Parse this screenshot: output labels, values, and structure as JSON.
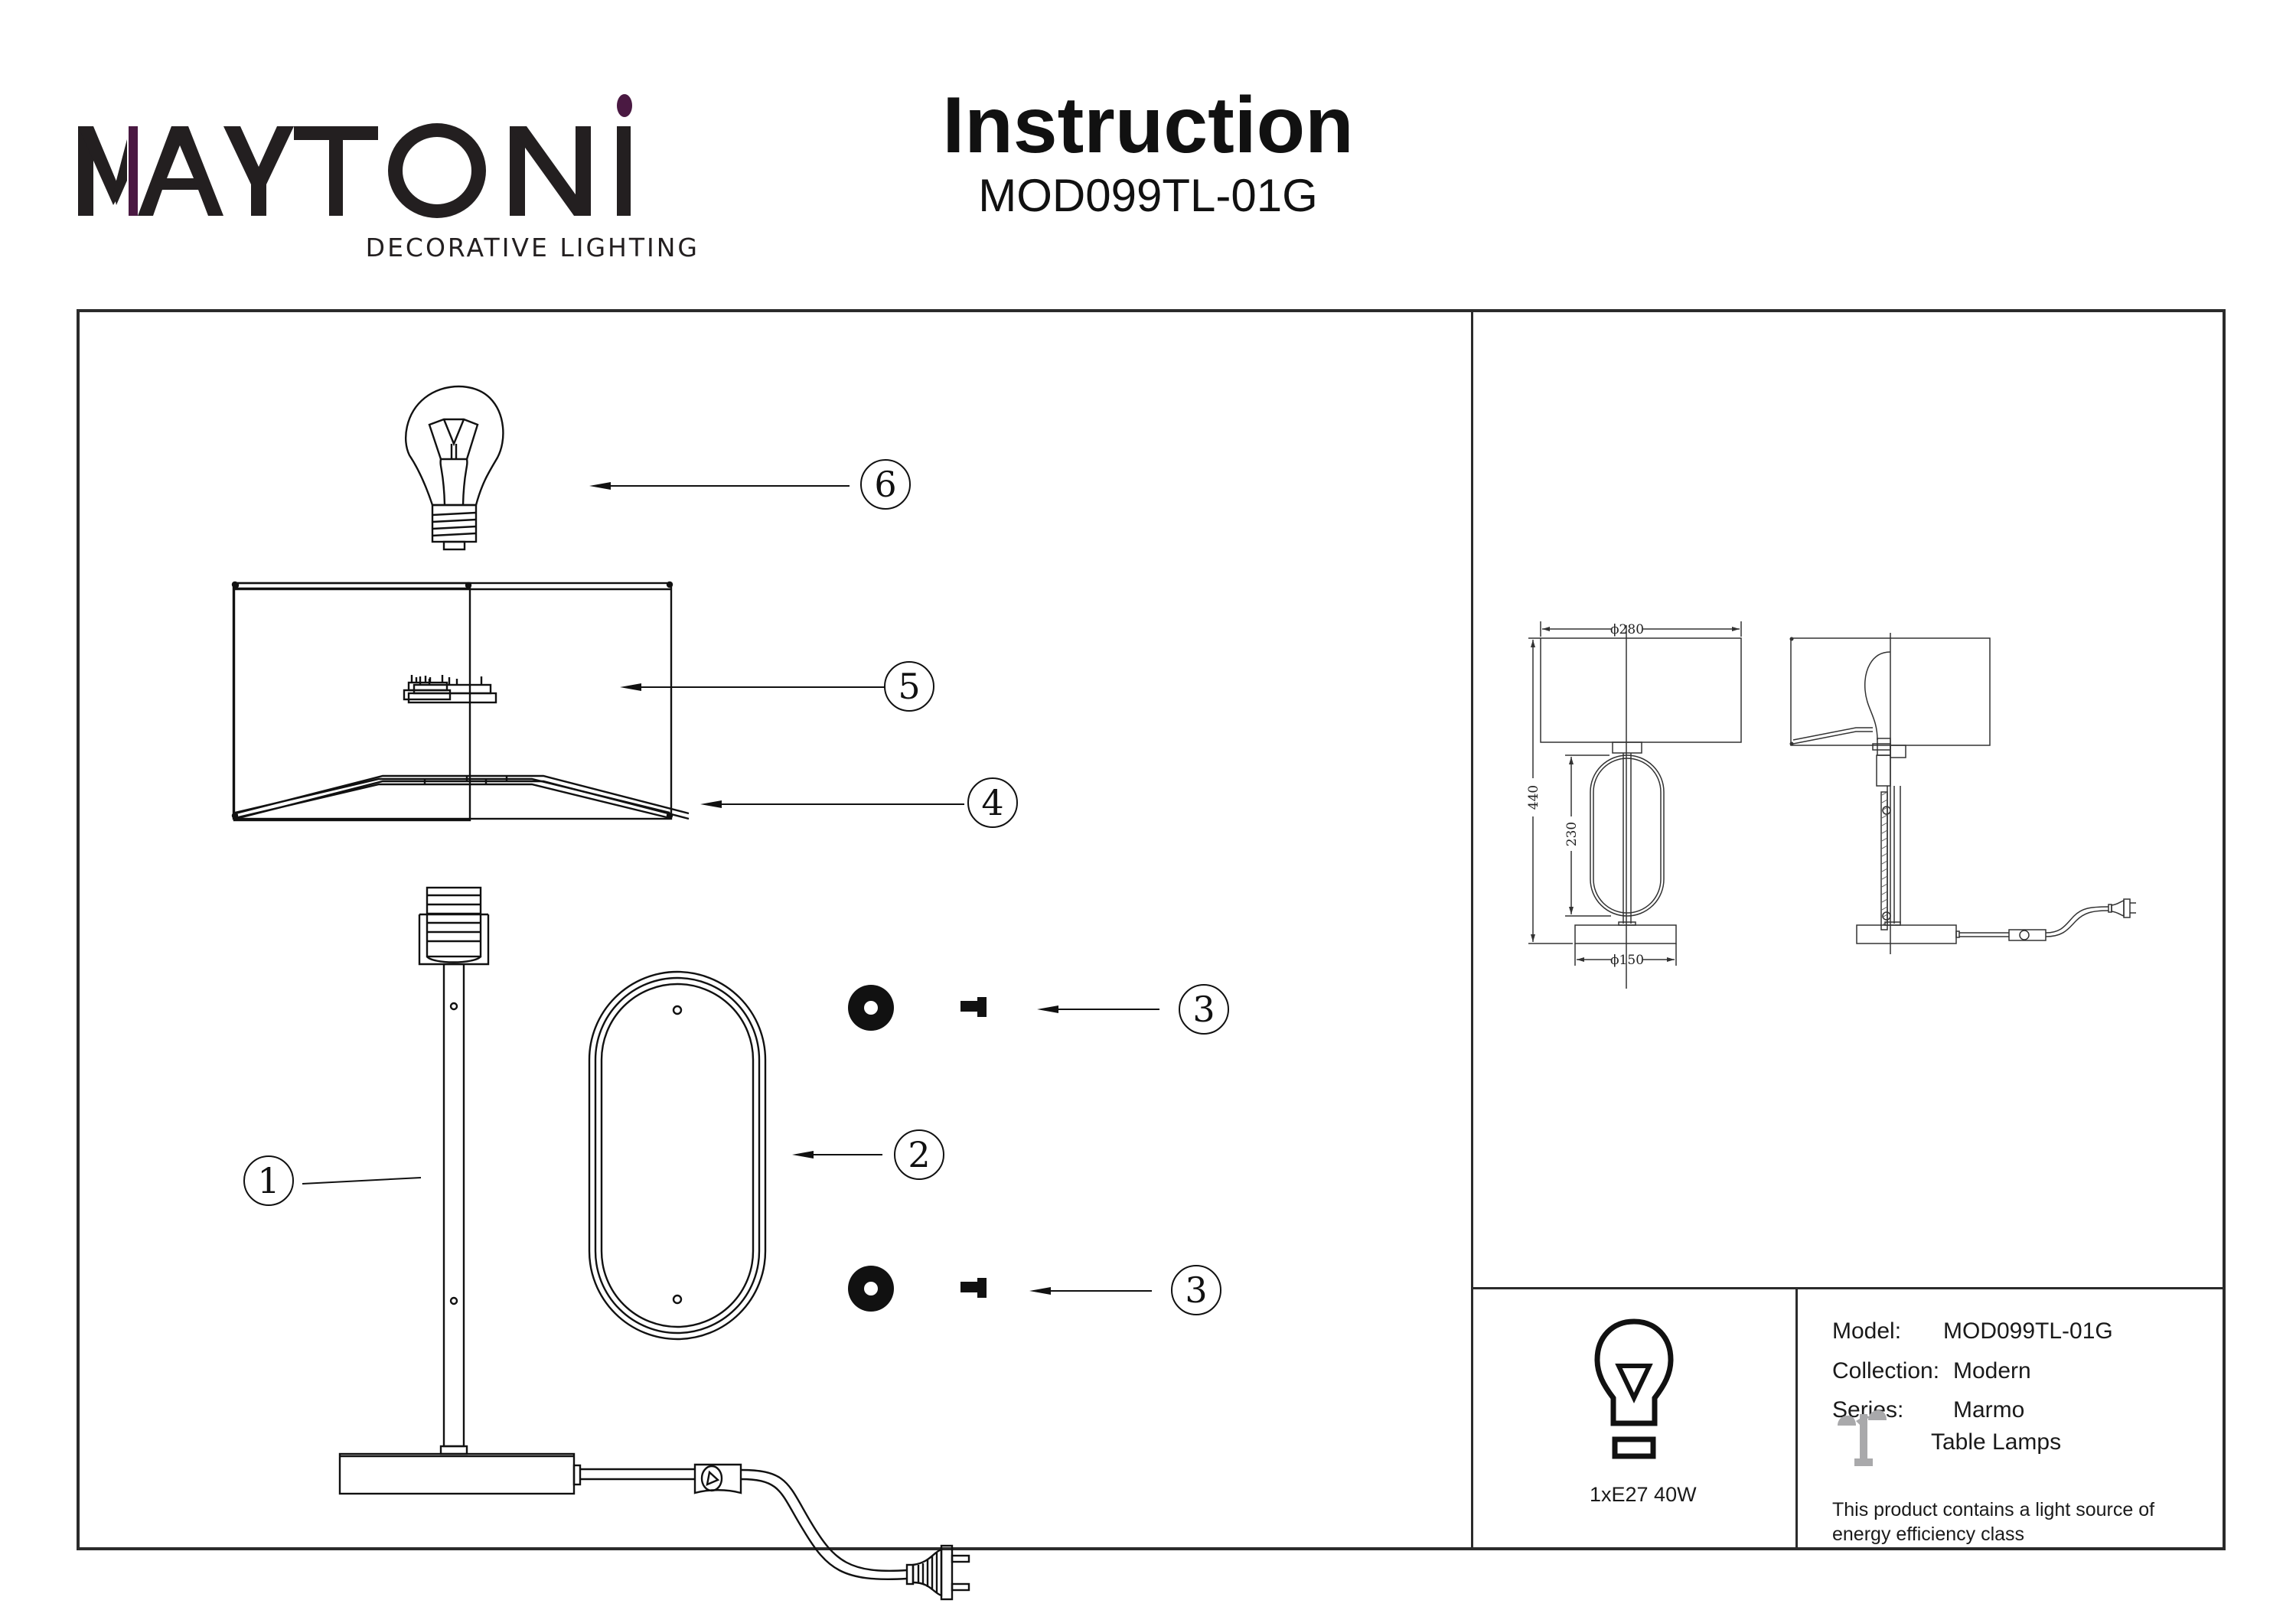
{
  "brand": {
    "logo_text": "MAYTONI",
    "tagline": "DECORATIVE LIGHTING",
    "accent_color": "#4a1942",
    "ink_color": "#231f20"
  },
  "header": {
    "title": "Instruction",
    "model_code": "MOD099TL-01G"
  },
  "assembly": {
    "callouts": [
      {
        "number": "1",
        "part": "lamp-body-stem"
      },
      {
        "number": "2",
        "part": "oval-frame"
      },
      {
        "number": "3",
        "part": "washer-and-screw-top"
      },
      {
        "number": "3",
        "part": "washer-and-screw-bottom"
      },
      {
        "number": "4",
        "part": "shade-spider-ring"
      },
      {
        "number": "5",
        "part": "lamp-shade"
      },
      {
        "number": "6",
        "part": "light-bulb"
      }
    ]
  },
  "dimensions": {
    "shade_diameter": "ϕ280",
    "base_diameter": "ϕ150",
    "total_height": "440",
    "frame_height": "230",
    "units": "mm"
  },
  "bulb_spec": {
    "icon": "light-bulb-icon",
    "text": "1xE27 40W"
  },
  "specs": {
    "model_label": "Model:",
    "model_value": "MOD099TL-01G",
    "collection_label": "Collection:",
    "collection_value": "Modern",
    "series_label": "Series:",
    "series_value": "Marmo",
    "category_icon": "table-lamp-icon",
    "category_value": "Table Lamps",
    "energy_note": "This product contains a light source of energy efficiency class"
  }
}
